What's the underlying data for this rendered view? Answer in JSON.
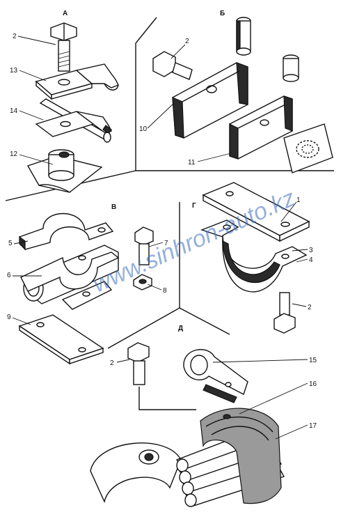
{
  "sections": {
    "a": "А",
    "b": "Б",
    "v": "В",
    "g": "Г",
    "d": "Д"
  },
  "labels": {
    "a_2": "2",
    "a_13": "13",
    "a_14": "14",
    "a_12": "12",
    "b_2": "2",
    "b_10": "10",
    "b_11": "11",
    "v_5": "5",
    "v_6": "6",
    "v_7": "7",
    "v_8": "8",
    "v_9": "9",
    "g_1": "1",
    "g_3": "3",
    "g_4": "4",
    "g_2": "2",
    "d_2": "2",
    "d_15": "15",
    "d_16": "16",
    "d_17": "17"
  },
  "watermark": "www.sinhron-auto.kz",
  "colors": {
    "ink": "#111111",
    "paper": "#ffffff",
    "watermark": "#3d6fc0"
  }
}
